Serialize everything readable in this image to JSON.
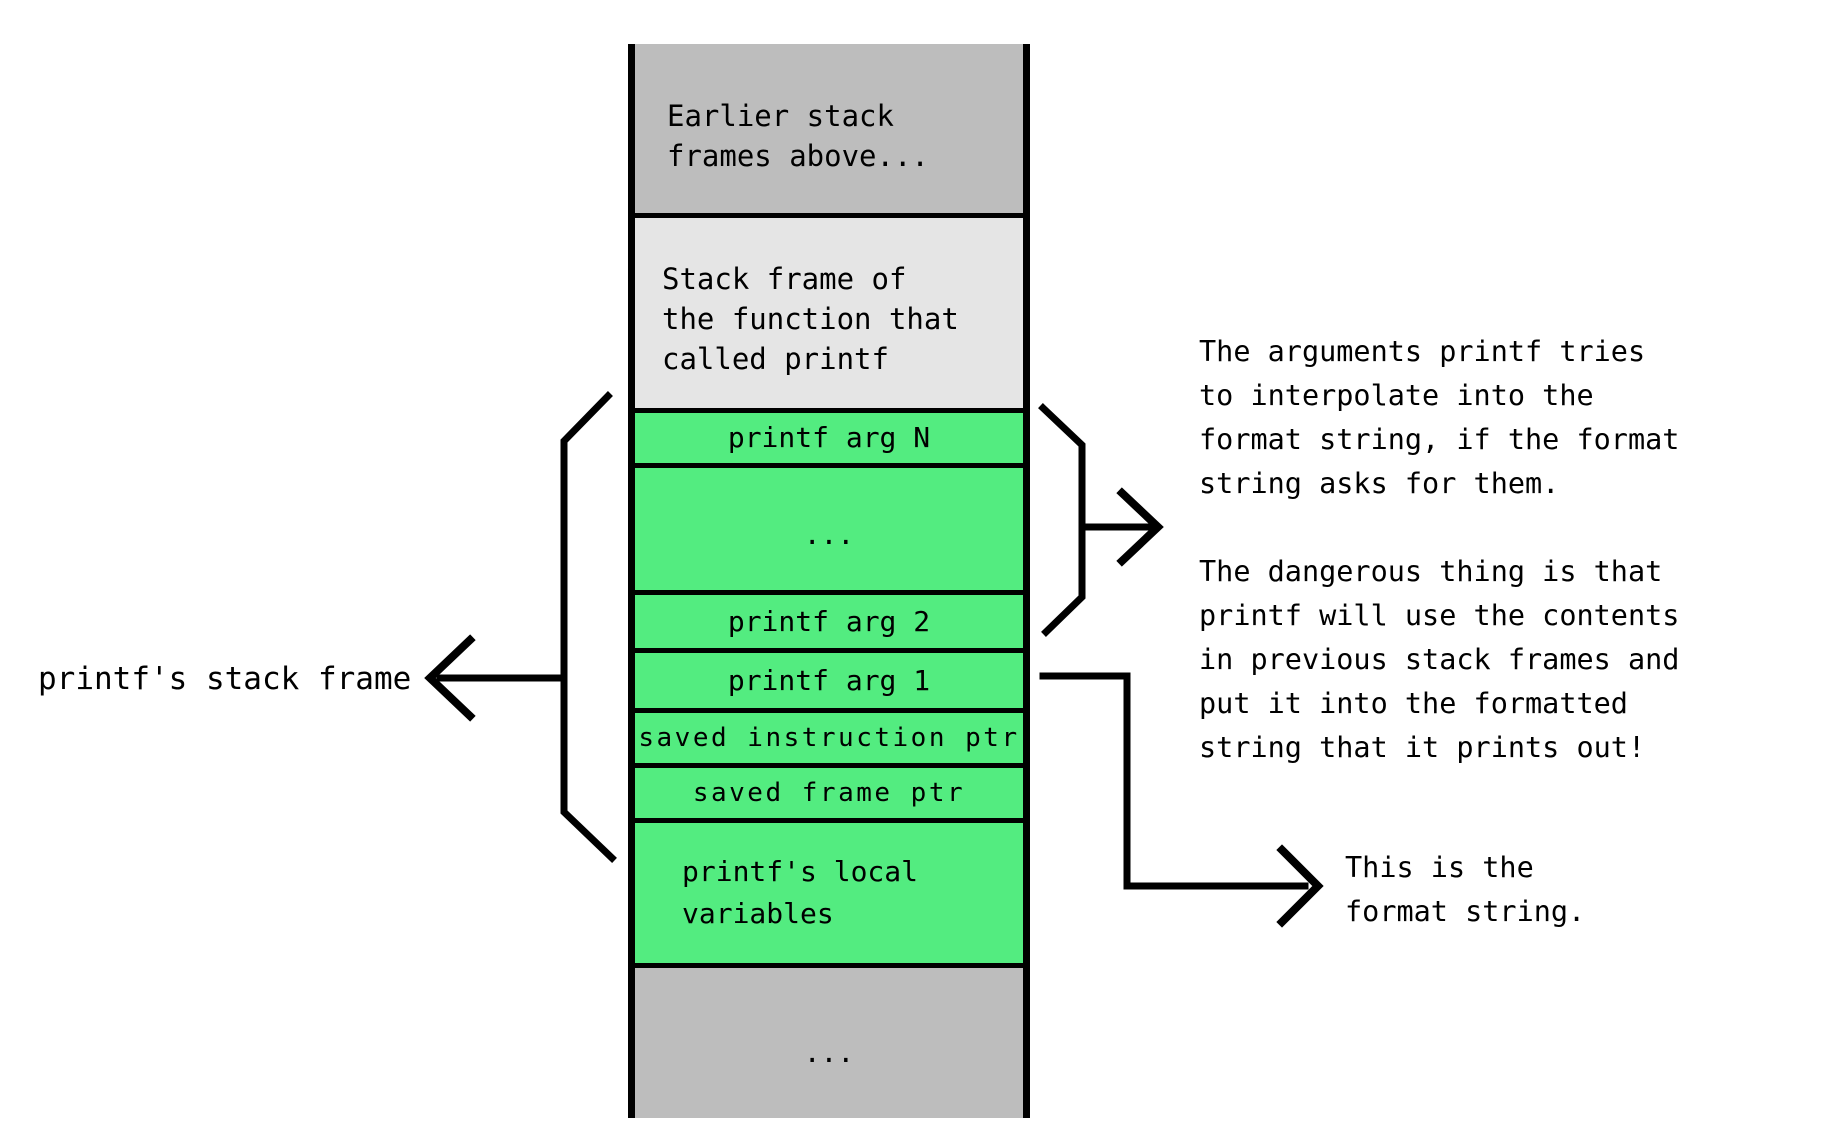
{
  "stack": {
    "cells": [
      {
        "label": "Earlier stack\nframes above..."
      },
      {
        "label": "Stack frame of\nthe function that\ncalled printf"
      },
      {
        "label": "printf arg N"
      },
      {
        "label": "..."
      },
      {
        "label": "printf arg 2"
      },
      {
        "label": "printf arg 1"
      },
      {
        "label": "saved instruction ptr"
      },
      {
        "label": "saved frame ptr"
      },
      {
        "label": "printf's local\nvariables"
      },
      {
        "label": "..."
      }
    ]
  },
  "labels": {
    "stack_frame_label": "printf's stack frame"
  },
  "annotations": {
    "args_note": "The arguments printf tries\nto interpolate into the\nformat string, if the format\nstring asks for them.\n\nThe dangerous thing is that\nprintf will use the contents\nin previous stack frames and\nput it into the formatted\nstring that it prints out!",
    "format_note": "This is the\nformat string."
  },
  "colors": {
    "frame_green": "#53ec80",
    "outer_gray": "#bdbdbd",
    "caller_gray": "#e5e5e5",
    "line_black": "#000000",
    "background": "#ffffff"
  }
}
